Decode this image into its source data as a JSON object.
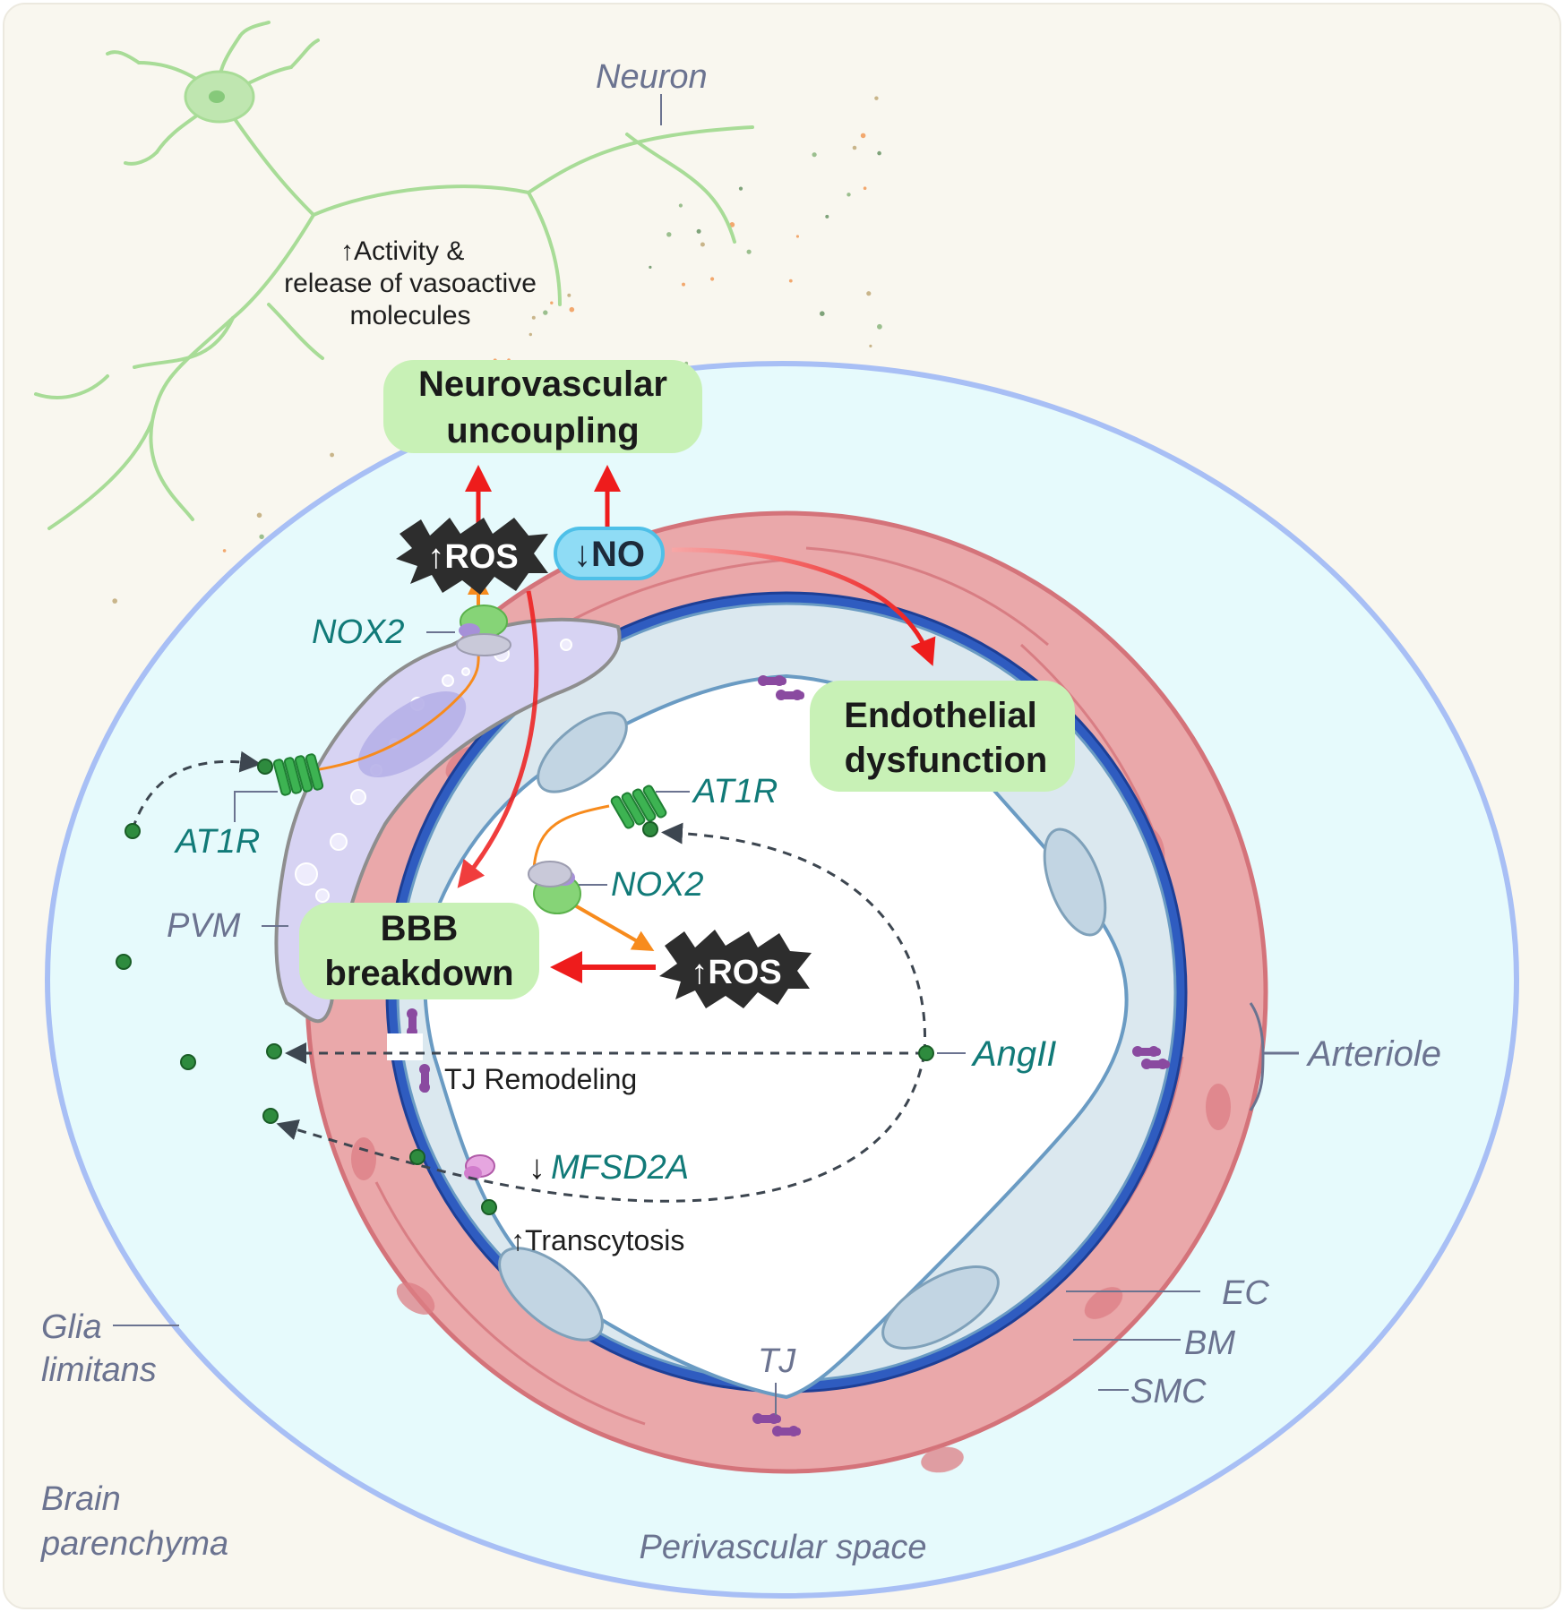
{
  "colors": {
    "parenchyma": "#f9f7ef",
    "perivascular": "#e6fafc",
    "glia_border": "#a8bff5",
    "smc": "#eaa8aa",
    "smc_stroke": "#d4737a",
    "bm": "#2f5cc0",
    "endothelium": "#dbe8ef",
    "lumen": "#ffffff",
    "pvm": "#d7d3f3",
    "highlight": "#c8f1b6",
    "arrow_red": "#ee1c1c",
    "arrow_orange": "#f78b1d",
    "neuron": "#a8dc97",
    "ros_burst": "#2d2d2d",
    "no_pill": "#8fdcf5"
  },
  "labels": {
    "neuron": "Neuron",
    "activity_line1": "Activity &",
    "activity_line2": "release of vasoactive",
    "activity_line3": "molecules",
    "neurovascular_line1": "Neurovascular",
    "neurovascular_line2": "uncoupling",
    "ros_top": "ROS",
    "no": "NO",
    "nox2_top": "NOX2",
    "endothelial_line1": "Endothelial",
    "endothelial_line2": "dysfunction",
    "at1r_left": "AT1R",
    "at1r_right": "AT1R",
    "nox2_mid": "NOX2",
    "pvm": "PVM",
    "bbb_line1": "BBB",
    "bbb_line2": "breakdown",
    "ros_mid": "ROS",
    "angii": "AngII",
    "arteriole": "Arteriole",
    "tj_remodeling": "TJ Remodeling",
    "mfsd2a": "MFSD2A",
    "transcytosis": "Transcytosis",
    "ec": "EC",
    "bm": "BM",
    "smc": "SMC",
    "tj": "TJ",
    "glia_line1": "Glia",
    "glia_line2": "limitans",
    "brain_line1": "Brain",
    "brain_line2": "parenchyma",
    "perivascular_space": "Perivascular space"
  },
  "icons": {
    "up_arrow": "↑",
    "down_arrow": "↓"
  }
}
